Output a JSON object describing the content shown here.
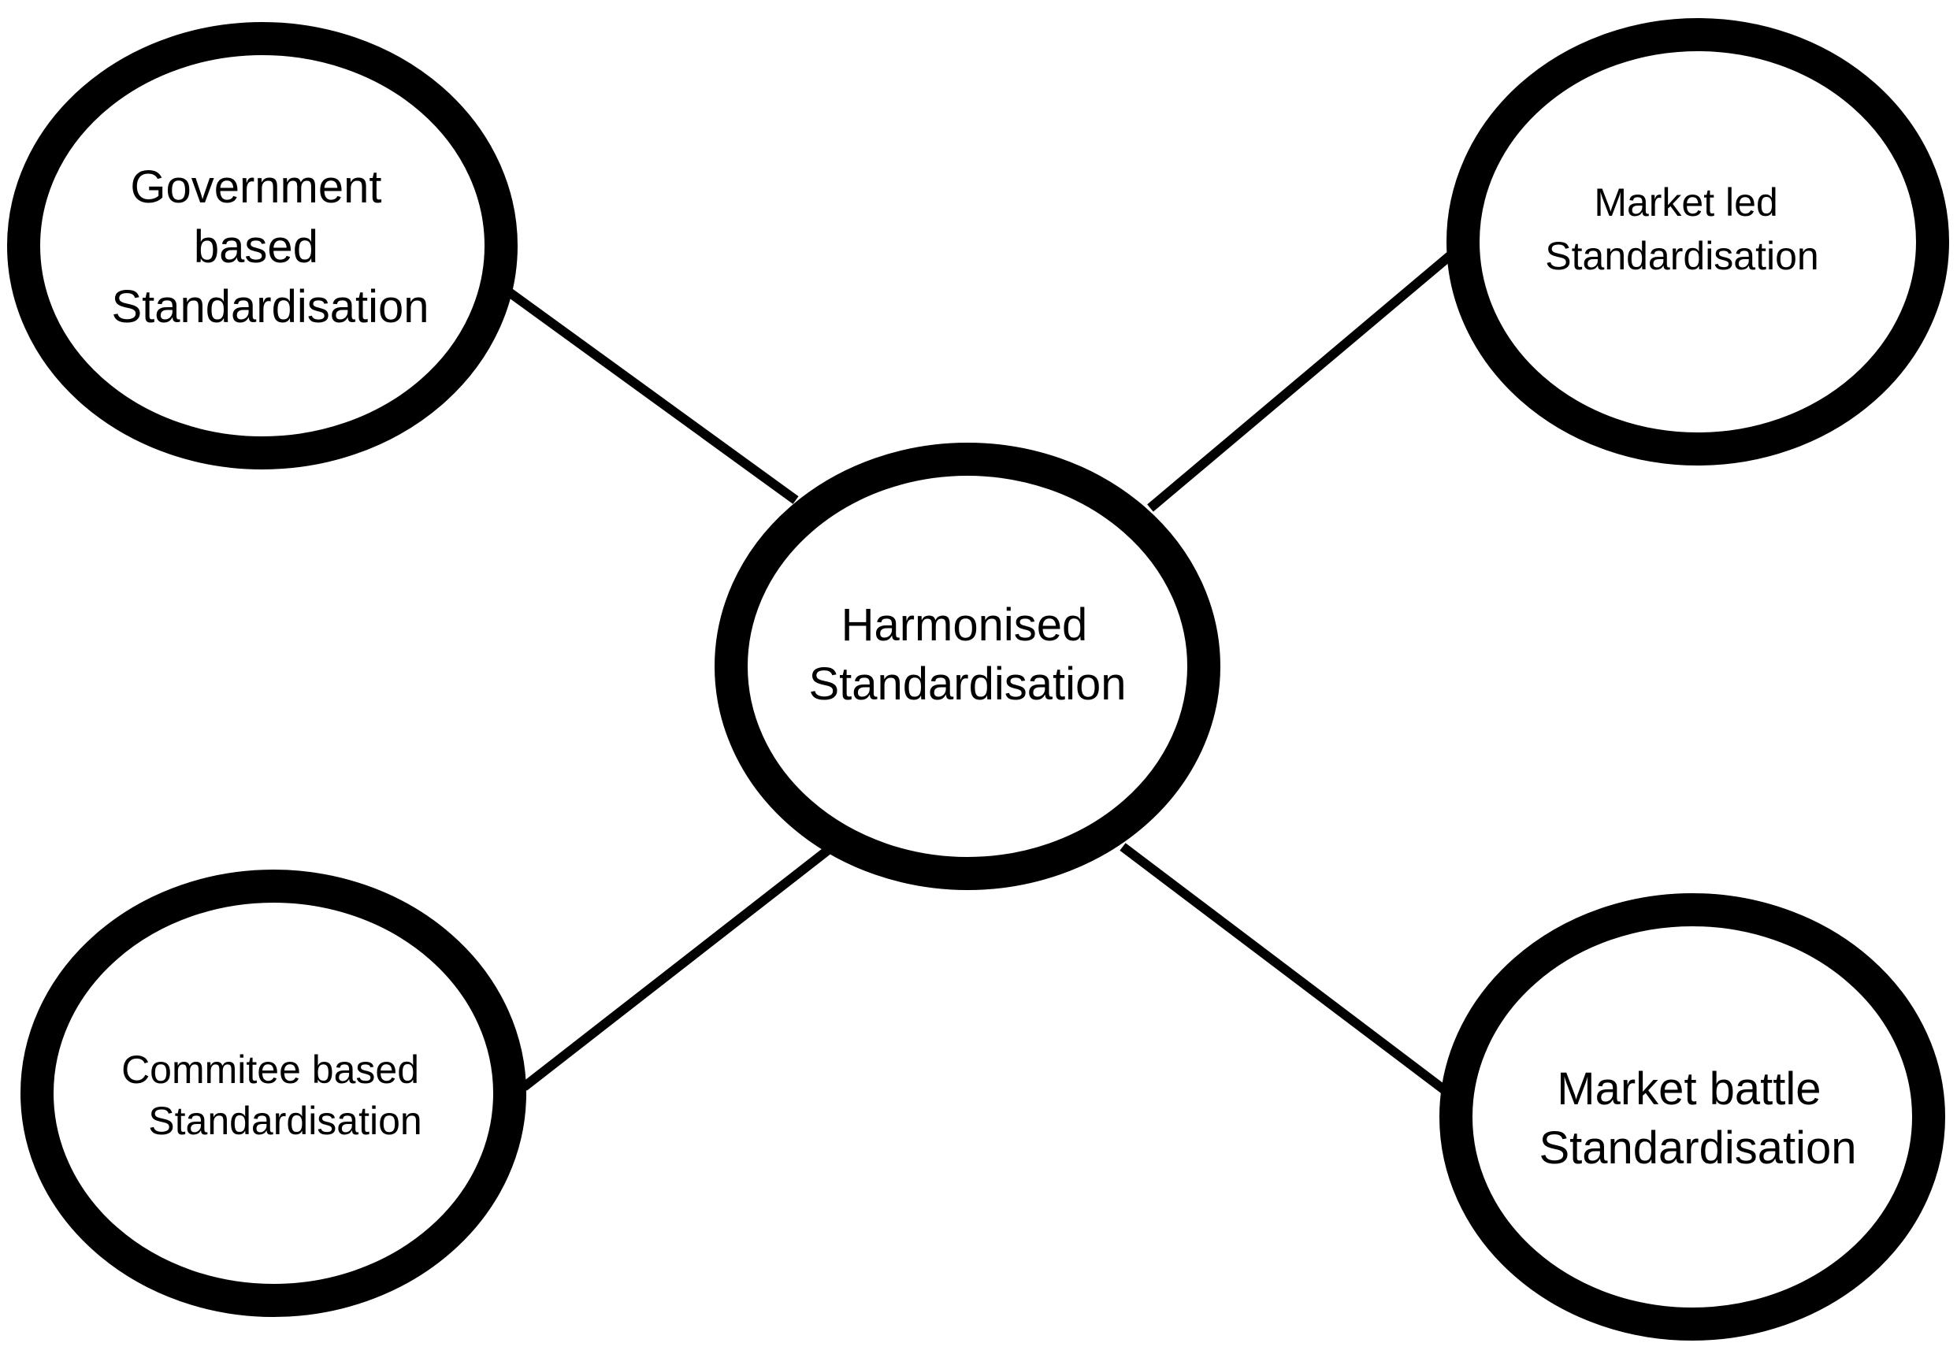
{
  "diagram": {
    "colors": {
      "stroke": "#000000",
      "fill": "#ffffff",
      "background": "#ffffff"
    },
    "nodes": {
      "government": {
        "line1": "Government",
        "line2": "based",
        "line3": "Standardisation"
      },
      "market_led": {
        "line1": "Market led",
        "line2": "Standardisation"
      },
      "harmonised": {
        "line1": "Harmonised",
        "line2": "Standardisation"
      },
      "committee": {
        "line1": "Commitee based",
        "line2": "Standardisation"
      },
      "market_battle": {
        "line1": "Market battle",
        "line2": "Standardisation"
      }
    },
    "edges": [
      {
        "from": "harmonised",
        "to": "government"
      },
      {
        "from": "harmonised",
        "to": "market_led"
      },
      {
        "from": "harmonised",
        "to": "committee"
      },
      {
        "from": "harmonised",
        "to": "market_battle"
      }
    ]
  }
}
